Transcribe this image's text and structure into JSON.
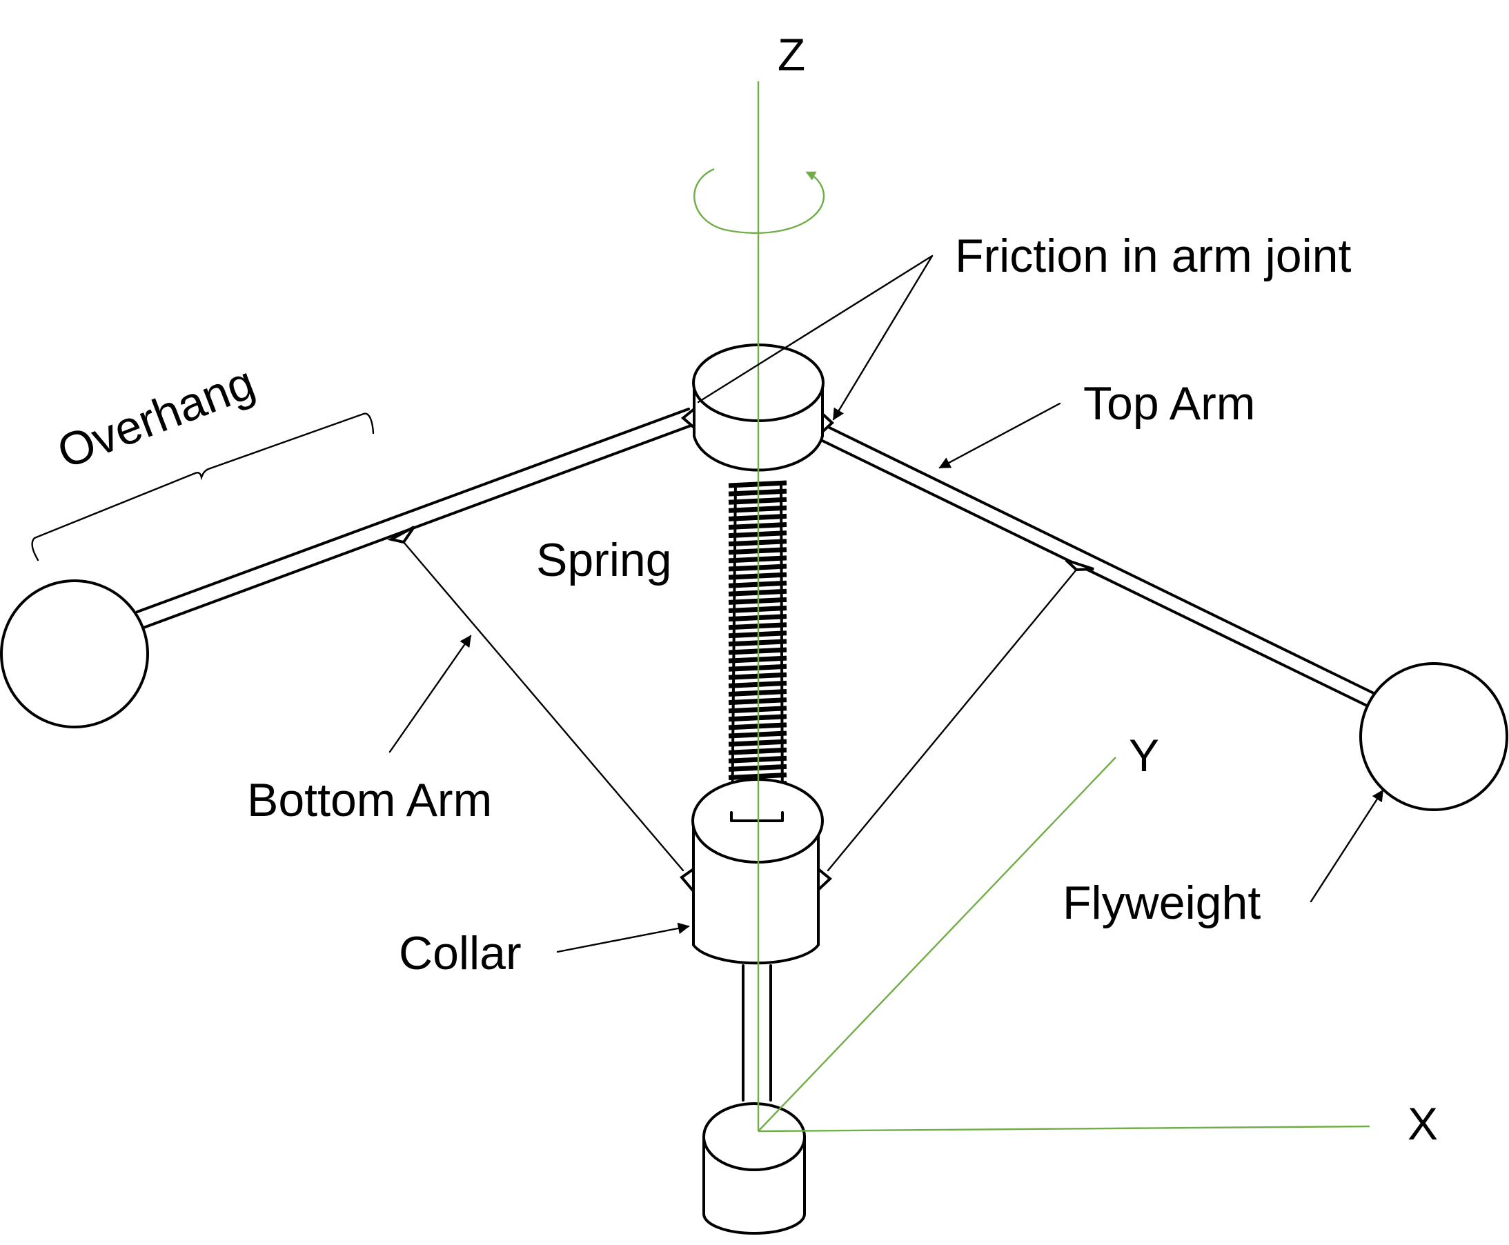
{
  "axes": {
    "z_label": "Z",
    "y_label": "Y",
    "x_label": "X",
    "color": "#70AD47"
  },
  "labels": {
    "friction": "Friction in arm joint",
    "top_arm": "Top Arm",
    "overhang": "Overhang",
    "spring": "Spring",
    "bottom_arm": "Bottom Arm",
    "collar": "Collar",
    "flyweight": "Flyweight"
  }
}
